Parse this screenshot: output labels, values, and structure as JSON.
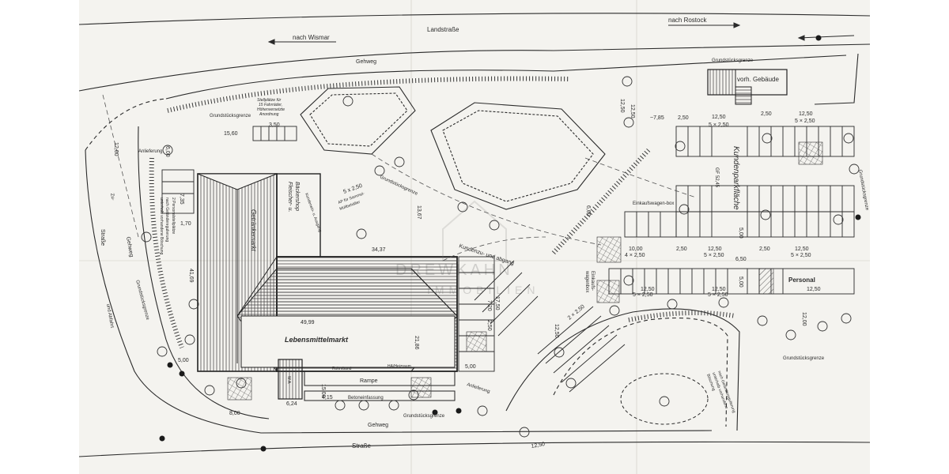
{
  "colors": {
    "paper": "#f4f3ef",
    "margin": "#ffffff",
    "ink": "#2b2b2b",
    "light_ink": "#777777"
  },
  "roads": {
    "north": "Landstraße",
    "south": "Straße",
    "west": "Straße",
    "to_wismar": "nach Wismar",
    "to_rostock": "nach Rostock",
    "gehweg_north": "Gehweg",
    "gehweg_south": "Gehweg",
    "gehweg_west": "Gehweg",
    "zu": "Zu-",
    "und_abfahrt": "und Abfahrt"
  },
  "boundaries": {
    "label": "Grundstücksgrenze",
    "top_right": "Grundstücksgrenze",
    "top_left": "Grundstücksgrenze",
    "south": "Grundstücksgrenze",
    "east": "Grundstücksgrenze",
    "lower_right": "Grundstücksgrenze",
    "west": "Grundstücksgrenze",
    "diag": "Grundstücksgrenze"
  },
  "buildings": {
    "supermarket": "Lebensmittelmarkt",
    "beverage": "Getränkemarkt",
    "butcher_line1": "Fleischer- u.",
    "butcher_line2": "Bäckershop",
    "existing": "vorh. Gebäude",
    "ramp": "Rampe",
    "concrete_border": "Betoneinfassung",
    "hausanschluss": "HA/Heizraum",
    "leergut": "Rohmband",
    "wa": "W.A."
  },
  "parking": {
    "customer": "Kundenparkfläche",
    "customer_sub": "GF 52,45",
    "staff": "Personal",
    "cart_box": "Einkaufswagen-box",
    "cart_line1": "Einkaufs-",
    "cart_line2": "wagenbox",
    "entrance": "Kundenzu- und abgang",
    "supply_line1": "Anlieferung",
    "supply_line2": "Anlieferung",
    "bike_line1": "Stellplätze für",
    "bike_line2": "15 Fahrräder,",
    "bike_line3": "Höhenversetzte",
    "bike_line4": "Anordnung",
    "west_note_line1": "2 Personalstellplätze",
    "west_note_line2": "nach Geländeregulierung",
    "west_note_line3": "unterhalb vorhandene Böschung",
    "se_note_line1": "nach Geländeregulierung",
    "se_note_line2": "unterhalb vorhandene",
    "se_note_line3": "Böschung",
    "stellpl_line1": "5 x 2,50",
    "stellpl_line2": "AP für Sammel-",
    "stellpl_line3": "Müllbehälter",
    "kundenein": "Kundenein- u. Ausgang"
  },
  "dimensions": {
    "d_785": "~7,85",
    "d_250_a": "2,50",
    "d_1250_a": "12,50",
    "d_250_b": "2,50",
    "d_1250_b": "12,50",
    "d_5x250_a": "5 × 2,50",
    "d_5x250_b": "5 × 2,50",
    "d_1250_c": "12,50",
    "d_1000": "10,00",
    "d_4x250": "4 × 2,50",
    "d_250_c": "2,50",
    "d_1250_d": "12,50",
    "d_5x250_c": "5 × 2,50",
    "d_250_d": "2,50",
    "d_1250_e": "12,50",
    "d_5x250_d": "5 × 2,50",
    "d_1250_f": "12,50",
    "d_5x250_e": "5 × 2,50",
    "d_1250_g": "12,50",
    "d_5x250_f": "5 × 2,50",
    "d_1250_h": "12,50",
    "d_650": "6,50",
    "d_500_a": "5,00",
    "d_500_b": "5,00",
    "d_1200_a": "12,00",
    "d_1200_b": "12,00",
    "d_1250_side": "12,50",
    "d_4999": "49,99",
    "d_3437": "34,37",
    "d_2186": "21,86",
    "d_4169": "41,69",
    "d_1560": "15,60",
    "d_350": "3,50",
    "d_600_a": "6,00",
    "d_600_b": "6,00",
    "d_500_c": "5,00",
    "d_500_d": "5,00",
    "d_1500": "15,00",
    "d_415": "4,15",
    "d_624": "6,24",
    "d_1250_low": "12,50",
    "d_2x250": "2 × 2,50",
    "d_1750": "17,50",
    "d_720": "7,20",
    "d_250_e": "2,50",
    "d_170": "1,70",
    "d_735": "7,35",
    "d_800": "8,00",
    "d_1250_w": "12,50",
    "d_1367": "13,67",
    "d_1250_bot": "12,50"
  },
  "watermark": {
    "line1": "DREWKAHN",
    "line2": "IMMOBILIEN"
  }
}
